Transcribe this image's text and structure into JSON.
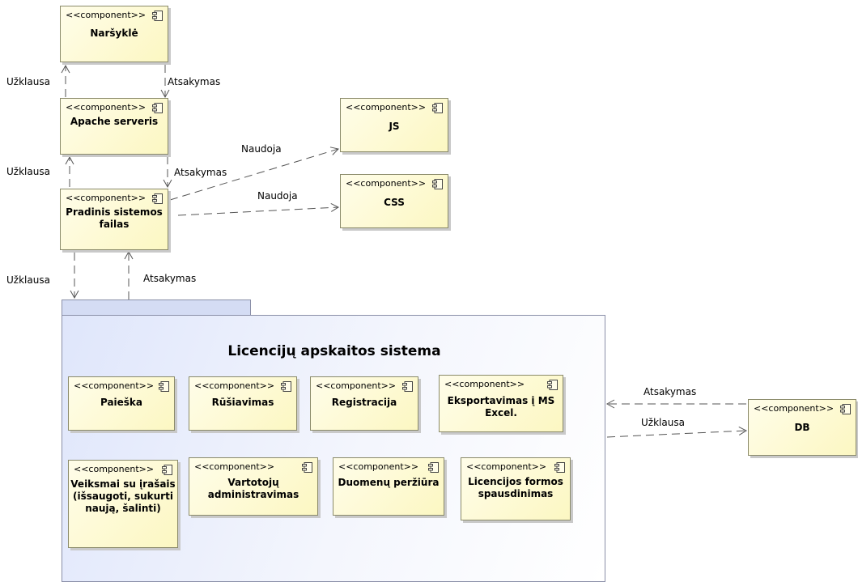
{
  "stereotype": "<<component>>",
  "components": {
    "narsykle": "Naršyklė",
    "apache": "Apache serveris",
    "pradinis": "Pradinis sistemos failas",
    "js": "JS",
    "css": "CSS",
    "db": "DB",
    "paieska": "Paieška",
    "rusiavimas": "Rūšiavimas",
    "registracija": "Registracija",
    "eksportavimas": "Eksportavimas į MS Excel.",
    "veiksmai": "Veiksmai su įrašais (išsaugoti, sukurti naują, šalinti)",
    "vartotoju": "Vartotojų administravimas",
    "duomenu": "Duomenų peržiūra",
    "licencijos": "Licencijos formos spausdinimas"
  },
  "package": {
    "title": "Licencijų apskaitos sistema"
  },
  "edges": {
    "uzklausa": "Užklausa",
    "atsakymas": "Atsakymas",
    "naudoja": "Naudoja"
  }
}
